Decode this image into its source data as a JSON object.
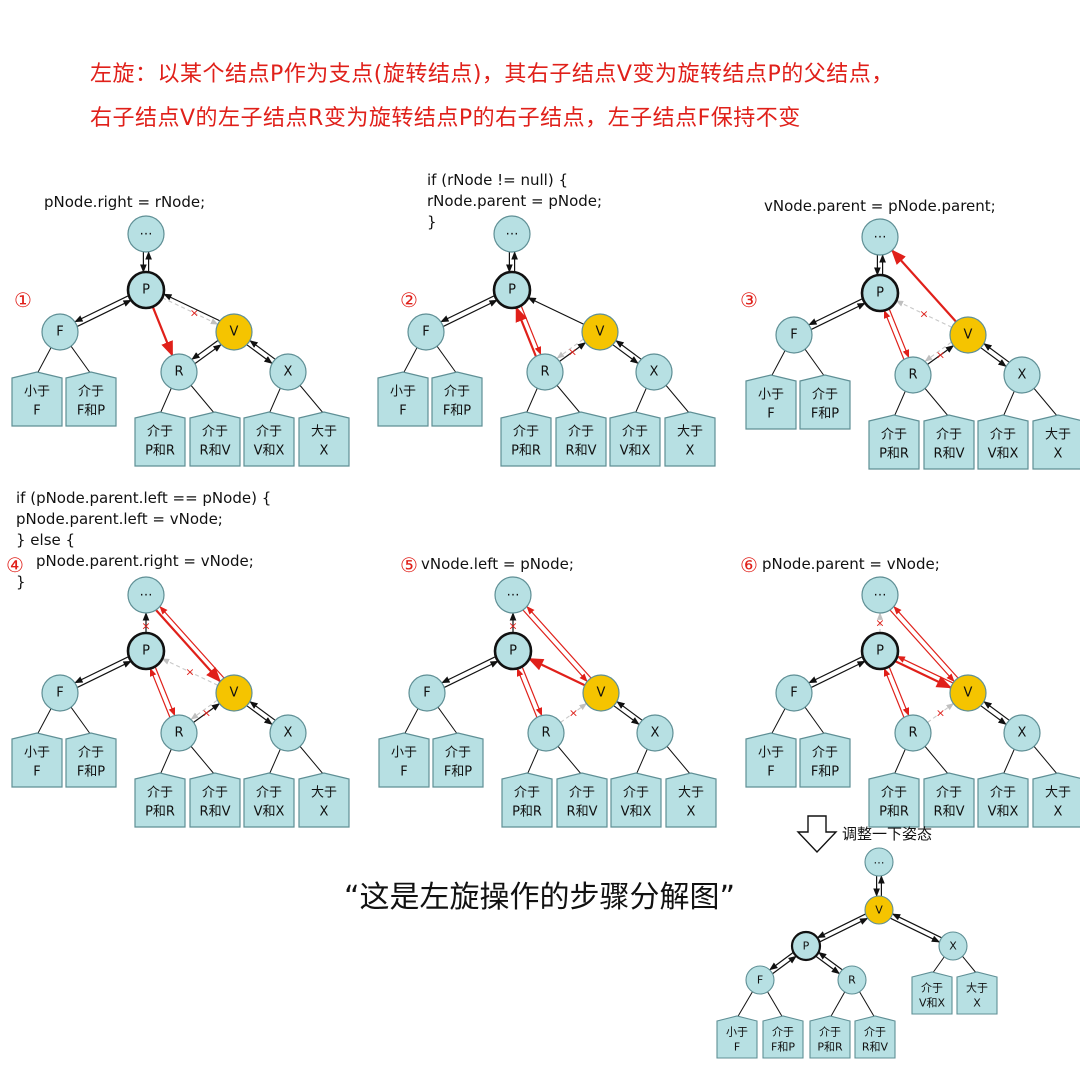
{
  "heading": {
    "line1": "左旋：以某个结点P作为支点(旋转结点)，其右子结点V变为旋转结点P的父结点，",
    "line2": "右子结点V的左子结点R变为旋转结点P的右子结点，左子结点F保持不变"
  },
  "caption": "“这是左旋操作的步骤分解图”",
  "adjust_label": "调整一下姿态",
  "nodes": {
    "root": "…",
    "p": "P",
    "f": "F",
    "v": "V",
    "r": "R",
    "x": "X"
  },
  "leaves": {
    "lt_f": [
      "小于",
      "F"
    ],
    "f_p": [
      "介于",
      "F和P"
    ],
    "p_r": [
      "介于",
      "P和R"
    ],
    "r_v": [
      "介于",
      "R和V"
    ],
    "v_x": [
      "介于",
      "V和X"
    ],
    "gt_x": [
      "大于",
      "X"
    ]
  },
  "steps": [
    {
      "num": "①",
      "code": [
        "pNode.right = rNode;"
      ]
    },
    {
      "num": "②",
      "code": [
        "if (rNode != null) {",
        "    rNode.parent = pNode;",
        "}"
      ]
    },
    {
      "num": "③",
      "code": [
        "vNode.parent = pNode.parent;"
      ]
    },
    {
      "num": "④",
      "code": [
        "if (pNode.parent.left == pNode) {",
        "    pNode.parent.left = vNode;",
        "} else {",
        "    pNode.parent.right = vNode;",
        "}"
      ]
    },
    {
      "num": "⑤",
      "code": [
        "vNode.left = pNode;"
      ]
    },
    {
      "num": "⑥",
      "code": [
        "pNode.parent = vNode;"
      ]
    }
  ],
  "colors": {
    "heading": "#e0201a",
    "node_fill": "#b7e0e3",
    "node_stroke": "#5f8f95",
    "v_fill": "#f5c400",
    "highlight": "#e0201a",
    "cut": "#c8c8c8"
  }
}
